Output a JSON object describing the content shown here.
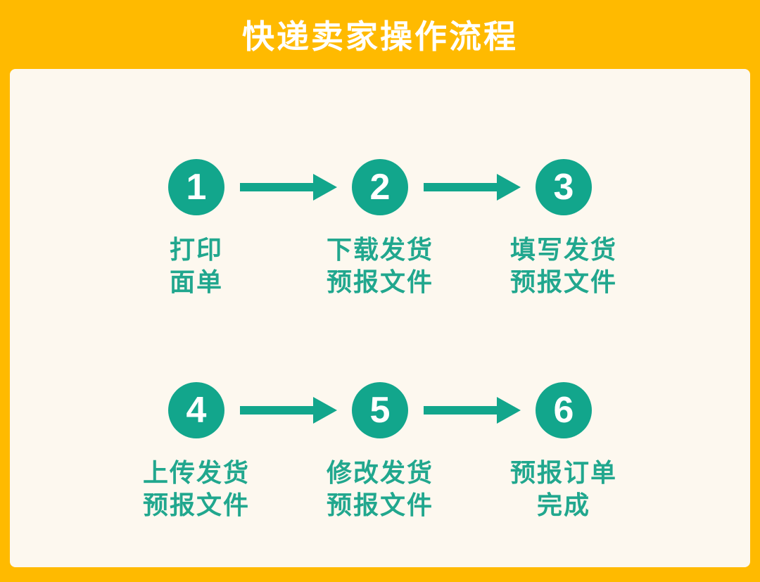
{
  "title": "快递卖家操作流程",
  "colors": {
    "frame_and_header_bg": "#FFBA00",
    "panel_bg": "#FDF8EF",
    "accent_teal": "#12A68C",
    "label_teal": "#21A78E",
    "title_text": "#FFFFFF",
    "step_number_text": "#FFFFFF"
  },
  "flow": {
    "rows": 2,
    "steps_per_row": 3,
    "connector_icon": "arrow-right"
  },
  "steps": [
    {
      "number": "1",
      "label_line1": "打印",
      "label_line2": "面单"
    },
    {
      "number": "2",
      "label_line1": "下载发货",
      "label_line2": "预报文件"
    },
    {
      "number": "3",
      "label_line1": "填写发货",
      "label_line2": "预报文件"
    },
    {
      "number": "4",
      "label_line1": "上传发货",
      "label_line2": "预报文件"
    },
    {
      "number": "5",
      "label_line1": "修改发货",
      "label_line2": "预报文件"
    },
    {
      "number": "6",
      "label_line1": "预报订单",
      "label_line2": "完成"
    }
  ]
}
